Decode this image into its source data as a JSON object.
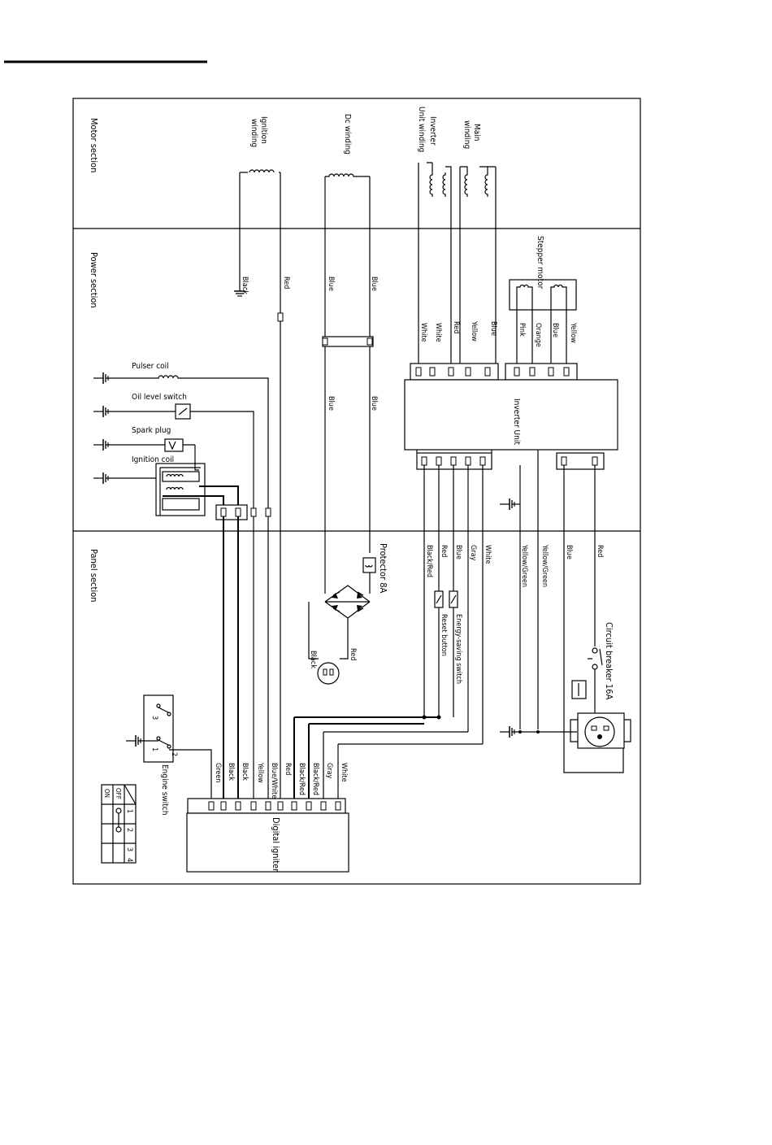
{
  "sections": {
    "motor": "Motor section",
    "power": "Power section",
    "panel": "Panel section"
  },
  "motor": {
    "ignition_winding": [
      "Ignition",
      "winding"
    ],
    "dc_winding": "Dc winding",
    "inverter_unit_winding": [
      "Inverter",
      "Unit winding"
    ],
    "main_winding": [
      "Main",
      "winding"
    ]
  },
  "power": {
    "black": "Black",
    "red": "Red",
    "dc_blue_left_top": "Blue",
    "dc_blue_right_top": "Blue",
    "dc_blue_left_mid": "Blue",
    "dc_blue_right_mid": "Blue",
    "stepper_motor": "Stepper motor",
    "winding_wires": [
      "White",
      "White",
      "Red",
      "Yellow",
      "Blue"
    ],
    "stepper_wires": [
      "Pink",
      "Orange",
      "Blue",
      "Yellow"
    ],
    "inverter_unit": "Inverter Unit",
    "pulser_coil": "Pulser coil",
    "oil_level_switch": "Oil level switch",
    "spark_plug": "Spark plug",
    "ignition_coil": "Ignition coil"
  },
  "panel": {
    "protector": "Protector 8A",
    "inverter_out_wires": [
      "White",
      "Gray",
      "Blue",
      "Red",
      "Black/Red"
    ],
    "yellow_green_1": "Yellow/Green",
    "yellow_green_2": "Yellow/Green",
    "blue": "Blue",
    "red": "Red",
    "circuit_breaker": "Circuit breaker 16A",
    "reset_button": "Reset button",
    "energy_saving_switch": "Energy-saving switch",
    "bridge_black": "Black",
    "bridge_red": "Red",
    "engine_switch": "Engine switch",
    "switch_pos_1": "1",
    "switch_pos_2": "2",
    "switch_pos_3": "3",
    "igniter_wires": [
      "Green",
      "Black",
      "Black",
      "Yellow",
      "Blue/White",
      "Red",
      "Black/Red",
      "Black/Red",
      "Gray",
      "White"
    ],
    "digital_igniter": "Digital igniter",
    "table_header": [
      "ON",
      "OFF"
    ],
    "table_cols": [
      "1",
      "2",
      "3",
      "4"
    ]
  }
}
